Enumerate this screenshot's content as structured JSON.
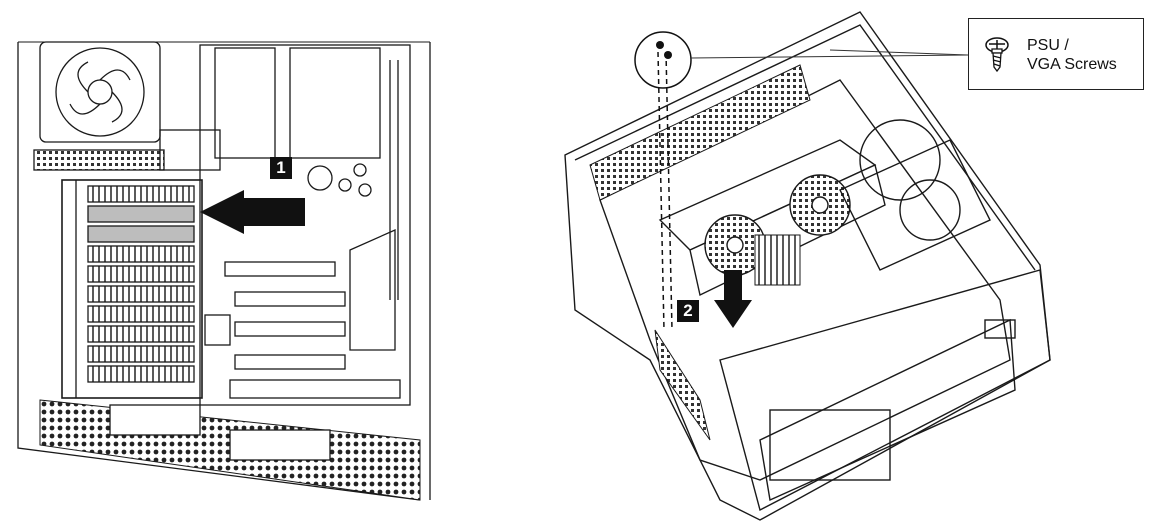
{
  "legend": {
    "line1": "PSU /",
    "line2": "VGA Screws",
    "icon": "screw-icon"
  },
  "steps": {
    "step1": "1",
    "step2": "2"
  },
  "colors": {
    "line": "#1a1a1a",
    "highlight": "#bdbdbd",
    "arrow": "#111111"
  }
}
